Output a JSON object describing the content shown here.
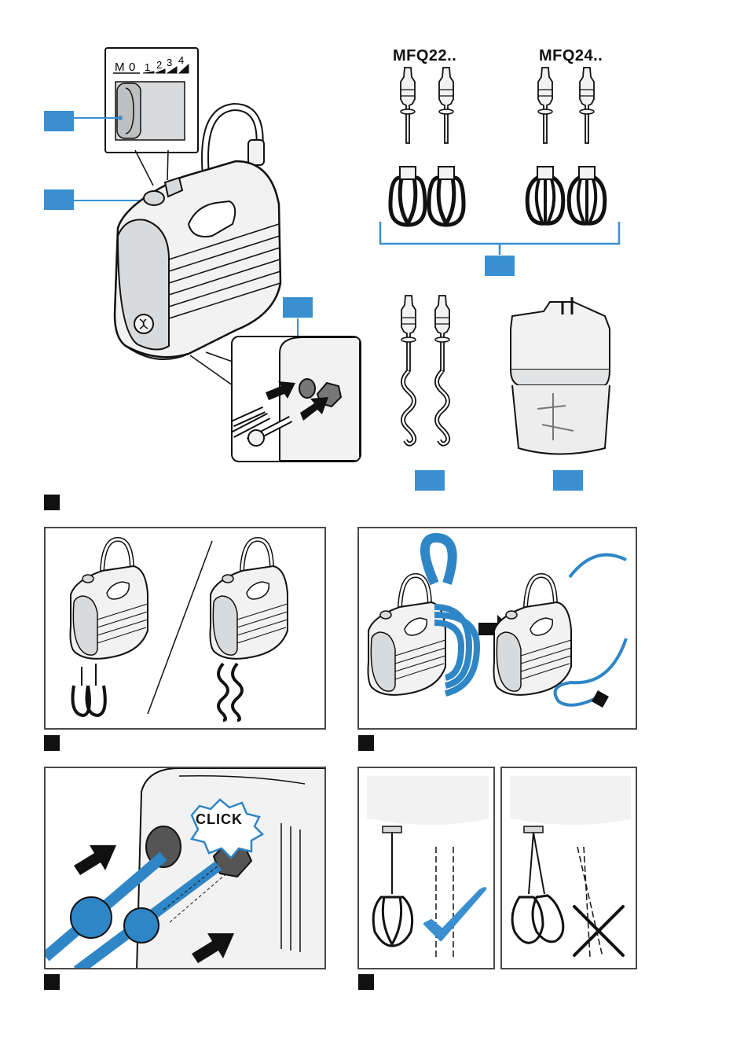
{
  "colors": {
    "accent": "#3a8fd0",
    "outline": "#111111",
    "body_light": "#f2f2f2",
    "body_shade": "#d9dadb",
    "panel_border": "#4a4a4a",
    "cable_blue": "#2f86c6"
  },
  "figure1": {
    "speed_labels": [
      "M",
      "0",
      "1",
      "2",
      "3",
      "4"
    ],
    "model_labels": [
      "MFQ22..",
      "MFQ24.."
    ]
  },
  "figure4": {
    "click_label": "CLICK"
  },
  "icons": {
    "correct": "check-icon",
    "incorrect": "cross-icon",
    "direction": "arrow-right-icon"
  }
}
